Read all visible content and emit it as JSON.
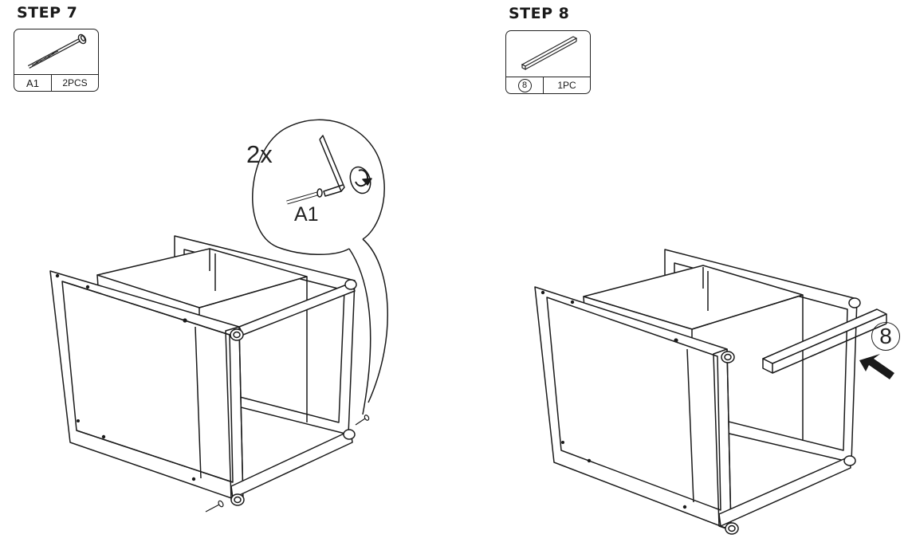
{
  "step7": {
    "title": "STEP 7",
    "part": {
      "id": "A1",
      "qty": "2PCS",
      "icon": "bolt-icon"
    },
    "callout": {
      "multiplier": "2x",
      "part_label": "A1"
    }
  },
  "step8": {
    "title": "STEP 8",
    "part": {
      "id": "8",
      "qty": "1PC",
      "icon": "rail-bar-icon"
    },
    "callout_number": "8"
  },
  "colors": {
    "line": "#1a1a1a",
    "background": "#ffffff"
  }
}
